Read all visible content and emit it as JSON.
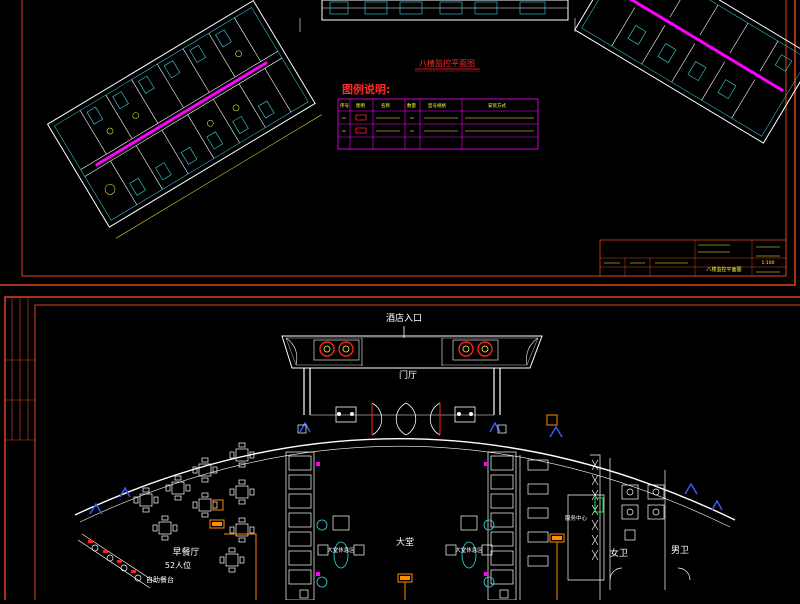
{
  "colors": {
    "frame": "#e0441a",
    "wall": "#ffffff",
    "cyan": "#36d7e6",
    "magenta": "#ff00ff",
    "title_red": "#ff2a2a",
    "yellow": "#ffff3a",
    "orange": "#ff8a00",
    "green": "#2ad94a",
    "red": "#ff2020"
  },
  "top_sheet": {
    "plan_title": "八楼监控平面图",
    "legend_title": "图例说明:",
    "legend_headers": [
      "序号",
      "图例",
      "名称",
      "数量",
      "型号规格",
      "安装方式"
    ],
    "title_block": {
      "sheet_name": "八楼监控平面图",
      "scale": "1:100"
    }
  },
  "bottom_sheet": {
    "entrance": "酒店入口",
    "vestibule": "门厅",
    "lobby": "大堂",
    "breakfast": "早餐厅",
    "breakfast_seats": "52人位",
    "buffet": "自助餐台",
    "rest_left": "大堂休息区",
    "rest_right": "大堂休息区",
    "service": "服务中心",
    "womens": "女卫",
    "mens": "男卫"
  }
}
